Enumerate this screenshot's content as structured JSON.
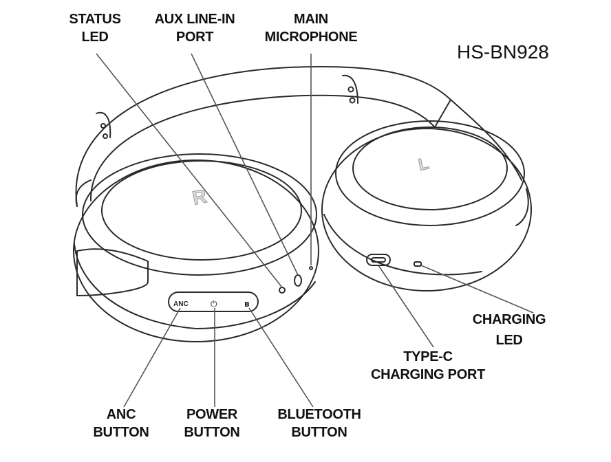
{
  "model": "HS-BN928",
  "labels": {
    "status_led": [
      "STATUS",
      "LED"
    ],
    "aux_port": [
      "AUX LINE-IN",
      "PORT"
    ],
    "main_mic": [
      "MAIN",
      "MICROPHONE"
    ],
    "charging_led": [
      "CHARGING",
      "LED"
    ],
    "type_c": [
      "TYPE-C",
      "CHARGING PORT"
    ],
    "anc_button": [
      "ANC",
      "BUTTON"
    ],
    "power_button": [
      "POWER",
      "BUTTON"
    ],
    "bluetooth_button": [
      "BLUETOOTH",
      "BUTTON"
    ]
  },
  "earcups": {
    "right": "R",
    "left": "L"
  },
  "button_marks": {
    "anc": "ANC",
    "power": "⏻",
    "bluetooth": "ʙ"
  },
  "colors": {
    "line": "#2a2a2a",
    "leader": "#555555",
    "text": "#111111"
  }
}
